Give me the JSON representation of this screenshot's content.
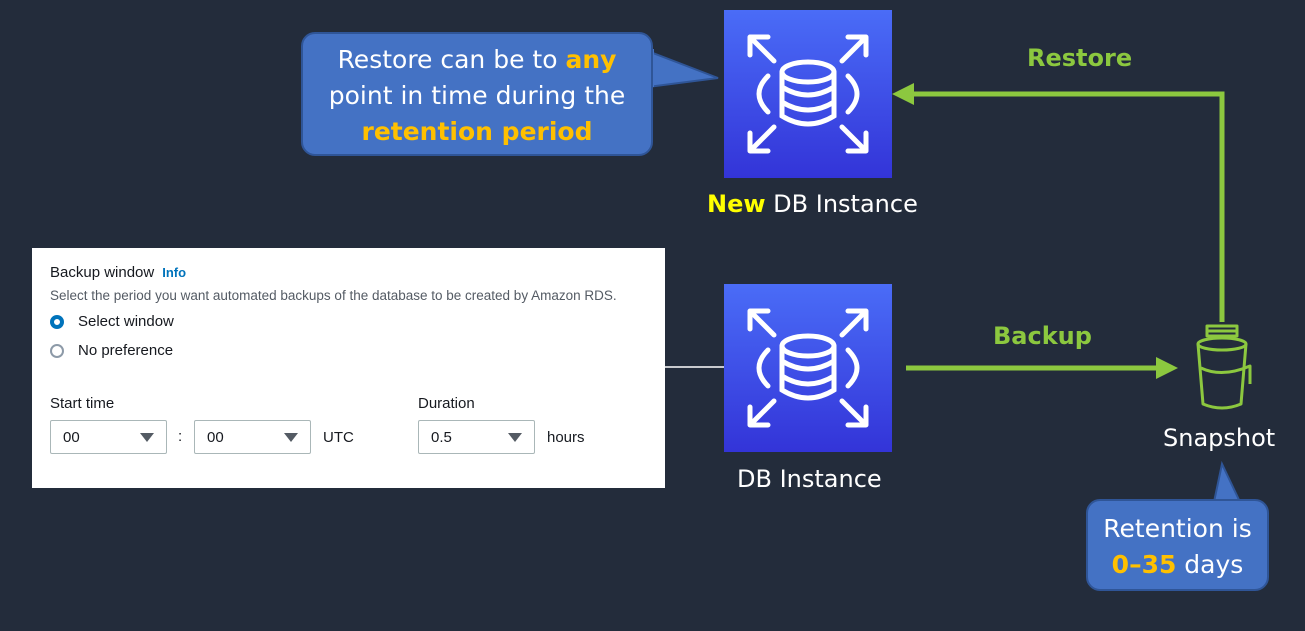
{
  "callout_restore": {
    "line1_a": "Restore can be to ",
    "line1_b": "any",
    "line2": "point in time during the",
    "line3": "retention period"
  },
  "new_db": {
    "new_word": "New",
    "rest": " DB Instance"
  },
  "db": {
    "label": "DB Instance"
  },
  "arrows": {
    "restore": "Restore",
    "backup": "Backup"
  },
  "snapshot": {
    "label": "Snapshot"
  },
  "callout_retention": {
    "line1": "Retention is",
    "range": "0–35",
    "days": " days"
  },
  "backup_panel": {
    "title": "Backup window",
    "info": "Info",
    "description": "Select the period you want automated backups of the database to be created by Amazon RDS.",
    "options": [
      {
        "label": "Select window",
        "selected": true
      },
      {
        "label": "No preference",
        "selected": false
      }
    ],
    "start_time_label": "Start time",
    "start_hour": "00",
    "separator": ":",
    "start_minute": "00",
    "timezone": "UTC",
    "duration_label": "Duration",
    "duration_value": "0.5",
    "duration_unit": "hours"
  },
  "colors": {
    "background": "#232c3b",
    "accent_green": "#8cc83f",
    "highlight_orange": "#ffc000",
    "highlight_yellow": "#ffff00",
    "callout_blue": "#4472c4",
    "db_tile_blue": "#3f4ff0"
  }
}
